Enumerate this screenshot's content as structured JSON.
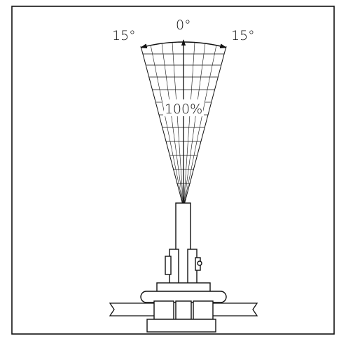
{
  "angles": {
    "left": "15°",
    "center": "0°",
    "right": "15°"
  },
  "load_label": "100%",
  "colors": {
    "line": "#111111",
    "background": "#ffffff"
  }
}
